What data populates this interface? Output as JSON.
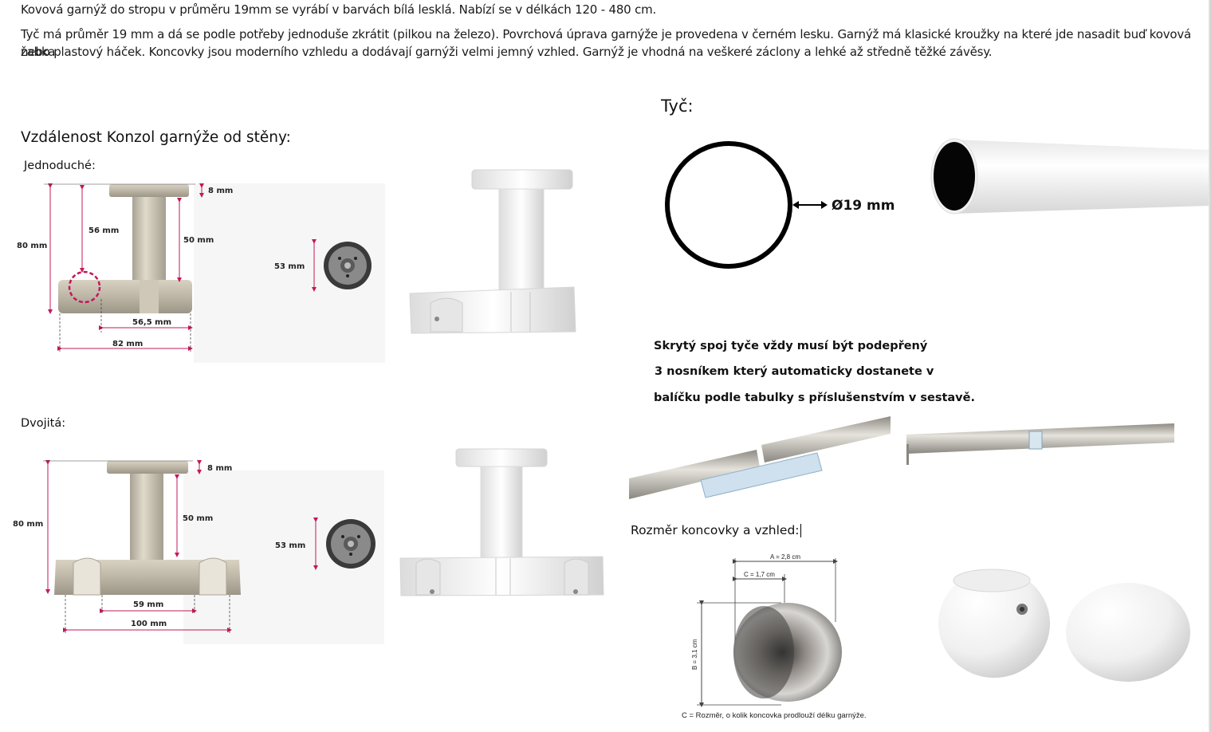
{
  "intro": {
    "line1": "Kovová garnýž do stropu v průměru 19mm se vyrábí v barvách bílá lesklá. Nabízí se v délkách 120 - 480 cm.",
    "line2": "Tyč má průměr 19 mm a dá se podle potřeby jednoduše zkrátit (pilkou na železo). Povrchová úprava garnýže je provedena v černém lesku. Garnýž má klasické kroužky na které jde nasadit buď kovová žabka",
    "line3": "nebo plastový háček. Koncovky jsou moderního vzhledu a dodávají garnýži velmi jemný vzhled. Garnýž je vhodná na veškeré záclony a lehké až středně těžké závěsy."
  },
  "distance_heading": "Vzdálenost Konzol garnýže od stěny:",
  "single": {
    "label": "Jednoduché:",
    "dims": {
      "total": "80 mm",
      "to_rod": "56 mm",
      "plate": "8 mm",
      "stem": "50 mm",
      "width_inner": "56,5 mm",
      "width_total": "82 mm",
      "disc": "53 mm"
    }
  },
  "double": {
    "label": "Dvojitá:",
    "dims": {
      "total": "80 mm",
      "plate": "8 mm",
      "stem": "50 mm",
      "width_inner": "59 mm",
      "width_total": "100 mm",
      "disc": "53 mm"
    }
  },
  "rod": {
    "heading": "Tyč:",
    "diameter": "Ø19 mm"
  },
  "joint_note": {
    "line1": "Skrytý spoj tyče vždy musí být podepřený",
    "line2": "3 nosníkem který automaticky dostanete v",
    "line3": "balíčku podle tabulky s příslušenstvím v sestavě."
  },
  "endcap": {
    "heading": "Rozměr koncovky a vzhled:",
    "dim_a": "A = 2,8 cm",
    "dim_c": "C = 1,7 cm",
    "dim_b": "B = 3,1 cm",
    "caption": "C = Rozměr, o kolik koncovka prodlouží délku garnýže."
  },
  "colors": {
    "nickel": "#c9c2b3",
    "white_part": "#f3f3f3",
    "dim_line": "#c2185b",
    "ring": "#000000"
  }
}
